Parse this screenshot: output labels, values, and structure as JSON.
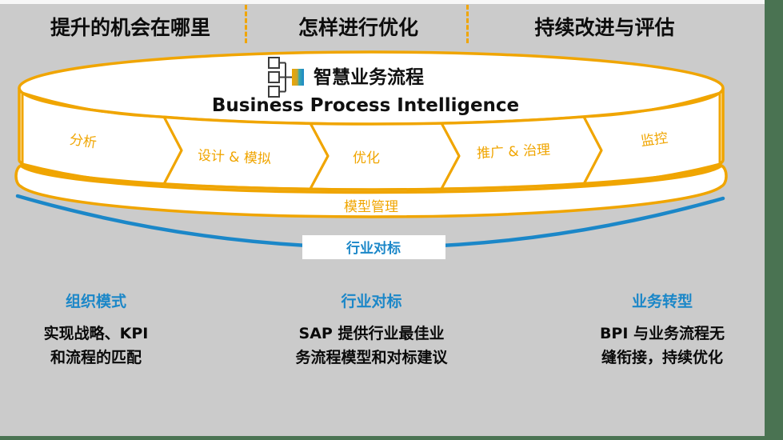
{
  "colors": {
    "gold": "#F0A500",
    "blue": "#1B87C8",
    "green": "#4A7352",
    "bg": "#CBCBCB"
  },
  "header": {
    "items": [
      {
        "label": "提升的机会在哪里"
      },
      {
        "label": "怎样进行优化"
      },
      {
        "label": "持续改进与评估"
      }
    ]
  },
  "diagram": {
    "icon": "org-tree-icon",
    "title_zh": "智慧业务流程",
    "title_en": "Business Process Intelligence",
    "stages": [
      {
        "label": "分析"
      },
      {
        "label": "设计 & 模拟"
      },
      {
        "label": "优化"
      },
      {
        "label": "推广 & 治理"
      },
      {
        "label": "监控"
      }
    ],
    "model_band_label": "模型管理",
    "benchmark_label": "行业对标"
  },
  "columns": [
    {
      "title": "组织模式",
      "lines": [
        "实现战略、KPI",
        "和流程的匹配"
      ]
    },
    {
      "title": "行业对标",
      "lines": [
        "SAP 提供行业最佳业",
        "务流程模型和对标建议"
      ]
    },
    {
      "title": "业务转型",
      "lines": [
        "BPI 与业务流程无",
        "缝衔接，持续优化"
      ]
    }
  ]
}
